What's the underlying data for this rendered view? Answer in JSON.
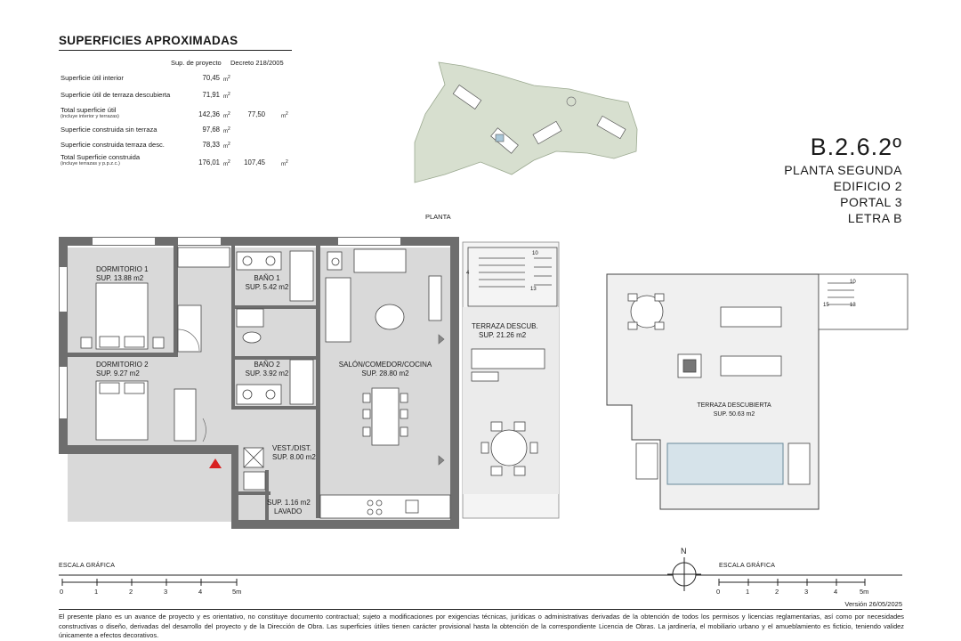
{
  "areas": {
    "title": "SUPERFICIES APROXIMADAS",
    "col_headers": [
      "Sup. de proyecto",
      "Decreto 218/2005"
    ],
    "unit": "m",
    "unit_exp": "2",
    "rows": [
      {
        "label": "Superficie útil interior",
        "note": "",
        "value": "70,45",
        "decreto": ""
      },
      {
        "label": "Superficie útil de terraza descubierta",
        "note": "",
        "value": "71,91",
        "decreto": ""
      },
      {
        "label": "Total superficie útil",
        "note": "(incluye interior y terrazas)",
        "value": "142,36",
        "decreto": "77,50"
      },
      {
        "label": "Superficie construida sin terraza",
        "note": "",
        "value": "97,68",
        "decreto": ""
      },
      {
        "label": "Superficie construida terraza desc.",
        "note": "",
        "value": "78,33",
        "decreto": ""
      },
      {
        "label": "Total Superficie construida",
        "note": "(incluye terrazas y p.p.z.c.)",
        "value": "176,01",
        "decreto": "107,45"
      }
    ]
  },
  "title_block": {
    "code": "B.2.6.2º",
    "floor": "PLANTA SEGUNDA",
    "building": "EDIFICIO 2",
    "portal": "PORTAL  3",
    "letter": "LETRA B"
  },
  "plan": {
    "label": "PLANTA",
    "rooms": {
      "dorm1": {
        "name": "DORMITORIO 1",
        "area": "SUP. 13.88 m2"
      },
      "dorm2": {
        "name": "DORMITORIO 2",
        "area": "SUP. 9.27 m2"
      },
      "bano1": {
        "name": "BAÑO 1",
        "area": "SUP. 5.42 m2"
      },
      "bano2": {
        "name": "BAÑO 2",
        "area": "SUP. 3.92 m2"
      },
      "salon": {
        "name": "SALÓN/COMEDOR/COCINA",
        "area": "SUP. 28.80 m2"
      },
      "vest": {
        "name": "VEST./DIST.",
        "area": "SUP. 8.00 m2"
      },
      "lavado": {
        "area": "SUP. 1.16 m2",
        "name": "LAVADO"
      },
      "terraza": {
        "name": "TERRAZA DESCUB.",
        "area": "SUP. 21.26 m2"
      }
    },
    "stair_numbers": [
      "10",
      "4",
      "13"
    ]
  },
  "roof": {
    "name": "TERRAZA DESCUBIERTA",
    "area": "SUP. 50.63 m2",
    "stair_numbers": [
      "10",
      "13",
      "15"
    ]
  },
  "scales": {
    "title": "ESCALA GRÁFICA",
    "ticks": [
      "0",
      "1",
      "2",
      "3",
      "4",
      "5m"
    ]
  },
  "north": "N",
  "version": "Versión 26/05/2025",
  "disclaimer": "El presente plano es un avance de proyecto y es orientativo, no constituye documento contractual; sujeto a modificaciones por exigencias técnicas, jurídicas o administrativas derivadas de la obtención de todos los permisos y licencias reglamentarias, así como por necesidades constructivas o diseño, derivadas del desarrollo del proyecto y de la Dirección de Obra. Las superficies útiles tienen carácter provisional hasta la obtención de la correspondiente Licencia de Obras. La jardinería, el mobiliario urbano y el amueblamiento es ficticio, teniendo validez únicamente a efectos decorativos."
}
